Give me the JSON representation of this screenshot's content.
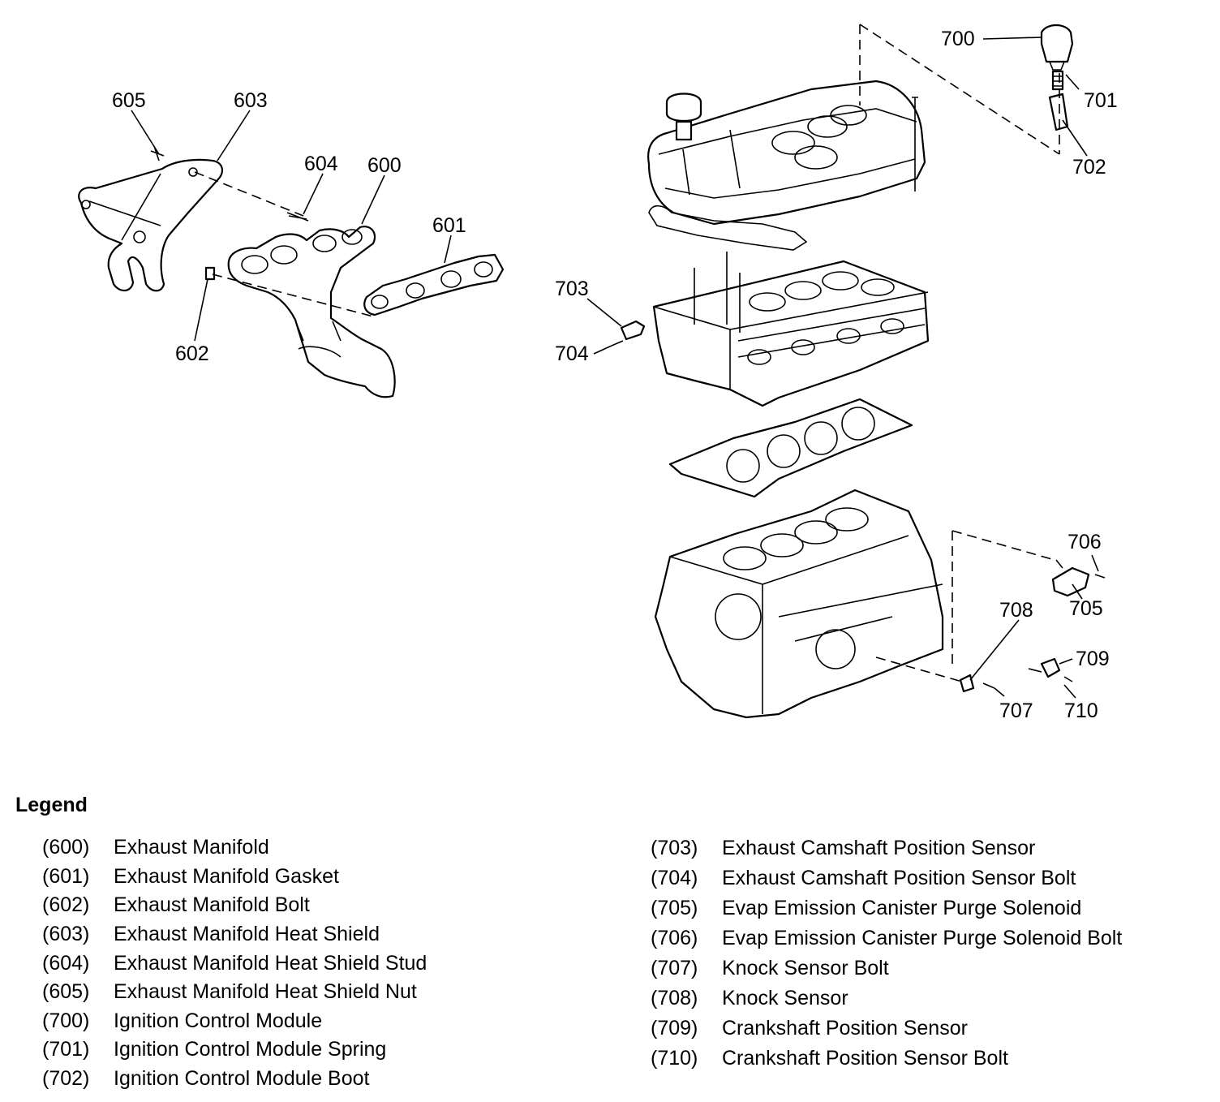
{
  "callouts": {
    "c600": "600",
    "c601": "601",
    "c602": "602",
    "c603": "603",
    "c604": "604",
    "c605": "605",
    "c700": "700",
    "c701": "701",
    "c702": "702",
    "c703": "703",
    "c704": "704",
    "c705": "705",
    "c706": "706",
    "c707": "707",
    "c708": "708",
    "c709": "709",
    "c710": "710"
  },
  "legend": {
    "title": "Legend",
    "left": [
      {
        "num": "(600)",
        "label": "Exhaust Manifold"
      },
      {
        "num": "(601)",
        "label": "Exhaust Manifold Gasket"
      },
      {
        "num": "(602)",
        "label": "Exhaust Manifold Bolt"
      },
      {
        "num": "(603)",
        "label": "Exhaust Manifold Heat Shield"
      },
      {
        "num": "(604)",
        "label": "Exhaust Manifold Heat Shield Stud"
      },
      {
        "num": "(605)",
        "label": "Exhaust Manifold Heat Shield Nut"
      },
      {
        "num": "(700)",
        "label": "Ignition Control Module"
      },
      {
        "num": "(701)",
        "label": "Ignition Control Module Spring"
      },
      {
        "num": "(702)",
        "label": "Ignition Control Module Boot"
      }
    ],
    "right": [
      {
        "num": "(703)",
        "label": "Exhaust Camshaft Position Sensor"
      },
      {
        "num": "(704)",
        "label": "Exhaust Camshaft Position Sensor Bolt"
      },
      {
        "num": "(705)",
        "label": "Evap Emission Canister Purge Solenoid"
      },
      {
        "num": "(706)",
        "label": "Evap Emission Canister Purge Solenoid Bolt"
      },
      {
        "num": "(707)",
        "label": "Knock Sensor Bolt"
      },
      {
        "num": "(708)",
        "label": "Knock Sensor"
      },
      {
        "num": "(709)",
        "label": "Crankshaft Position Sensor"
      },
      {
        "num": "(710)",
        "label": "Crankshaft Position Sensor Bolt"
      }
    ]
  }
}
